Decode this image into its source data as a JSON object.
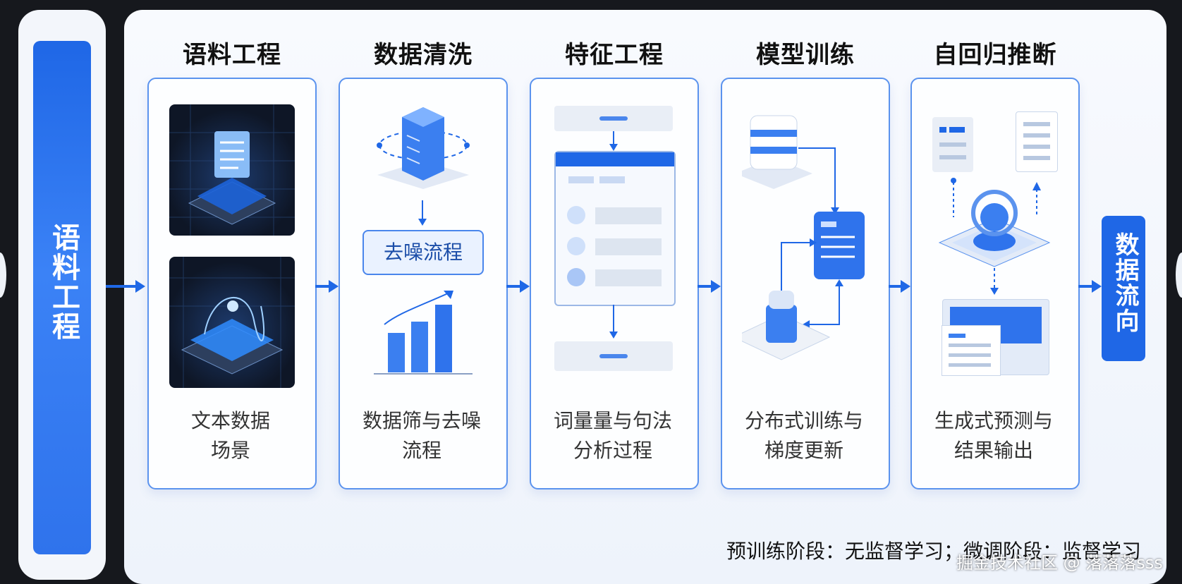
{
  "left_label": "语料工程",
  "right_label": "数据流向",
  "stages": [
    {
      "title": "语料工程",
      "caption_line1": "文本数据",
      "caption_line2": "场景"
    },
    {
      "title": "数据清洗",
      "caption_line1": "数据筛与去噪",
      "caption_line2": "流程"
    },
    {
      "title": "特征工程",
      "caption_line1": "词量量与句法",
      "caption_line2": "分析过程"
    },
    {
      "title": "模型训练",
      "caption_line1": "分布式训练与",
      "caption_line2": "梯度更新"
    },
    {
      "title": "自回归推断",
      "caption_line1": "生成式预测与",
      "caption_line2": "结果输出"
    }
  ],
  "denoise_label": "去噪流程",
  "footer": "预训练阶段：无监督学习；微调阶段：监督学习",
  "watermark": "掘金技术社区 @ 落落落sss",
  "colors": {
    "accent": "#1f67e6",
    "card_border": "#5b93ee",
    "background": "#16181d"
  }
}
